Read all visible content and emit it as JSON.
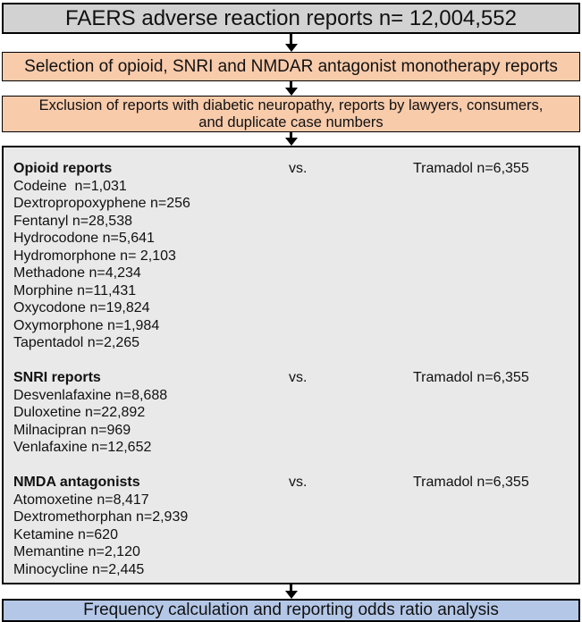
{
  "top_box": {
    "text": "FAERS adverse reaction reports n= 12,004,552"
  },
  "step_boxes": [
    {
      "text": "Selection of opioid, SNRI and NMDAR antagonist monotherapy reports"
    },
    {
      "text": "Exclusion of reports with diabetic neuropathy, reports by lawyers, consumers, and duplicate case numbers"
    }
  ],
  "main": {
    "vs_label": "vs.",
    "groups": [
      {
        "title": "Opioid reports",
        "comparator": "Tramadol n=6,355",
        "drugs": [
          "Codeine  n=1,031",
          "Dextropropoxyphene n=256",
          "Fentanyl n=28,538",
          "Hydrocodone n=5,641",
          "Hydromorphone n= 2,103",
          "Methadone n=4,234",
          "Morphine n=11,431",
          "Oxycodone n=19,824",
          "Oxymorphone n=1,984",
          "Tapentadol n=2,265"
        ]
      },
      {
        "title": "SNRI reports",
        "comparator": "Tramadol n=6,355",
        "drugs": [
          "Desvenlafaxine n=8,688",
          "Duloxetine n=22,892",
          "Milnacipran n=969",
          "Venlafaxine n=12,652"
        ]
      },
      {
        "title": "NMDA antagonists",
        "comparator": "Tramadol n=6,355",
        "drugs": [
          "Atomoxetine n=8,417",
          "Dextromethorphan n=2,939",
          "Ketamine n=620",
          "Memantine n=2,120",
          "Minocycline n=2,445"
        ]
      }
    ]
  },
  "bottom_box": {
    "text": "Frequency calculation and reporting odds ratio analysis"
  },
  "colors": {
    "top_box_bg": "#d2d2d2",
    "step_box_bg": "#f8cbab",
    "main_box_bg": "#e9e9e9",
    "bottom_box_bg": "#b4c7e7",
    "border": "#000000"
  }
}
